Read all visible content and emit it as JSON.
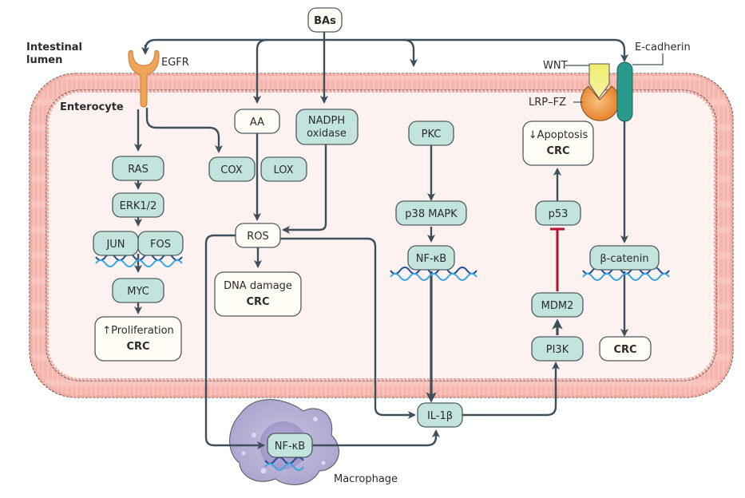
{
  "figure": {
    "labels": {
      "intestinal_lumen_line1": "Intestinal",
      "intestinal_lumen_line2": "lumen",
      "enterocyte": "Enterocyte",
      "macrophage": "Macrophage"
    },
    "receptors": {
      "egfr": "EGFR",
      "wnt": "WNT",
      "lrp_fz": "LRP–FZ",
      "e_cadherin": "E-cadherin"
    },
    "nodes": {
      "bas": "BAs",
      "aa": "AA",
      "nadph_line1": "NADPH",
      "nadph_line2": "oxidase",
      "pkc": "PKC",
      "ras": "RAS",
      "erk": "ERK1/2",
      "jun": "JUN",
      "fos": "FOS",
      "myc": "MYC",
      "proliferation_line1": "↑Proliferation",
      "proliferation_line2": "CRC",
      "cox": "COX",
      "lox": "LOX",
      "ros": "ROS",
      "dna_damage_line1": "DNA damage",
      "dna_damage_line2": "CRC",
      "p38": "p38 MAPK",
      "nfkb_cell": "NF-κB",
      "apoptosis_line1": "↓Apoptosis",
      "apoptosis_line2": "CRC",
      "p53": "p53",
      "mdm2": "MDM2",
      "pi3k": "PI3K",
      "bcatenin": "β-catenin",
      "crc_right": "CRC",
      "il1b": "IL-1β",
      "nfkb_macrophage": "NF-κB"
    },
    "colors": {
      "arrow": "#3d4f5a",
      "inhibition": "#b5122f",
      "teal_node": "#c2e4dd",
      "white_node": "#fffdf6",
      "membrane": "#f2a9a0",
      "cell_fill": "#fdf1ef",
      "egfr": "#f0a458",
      "wnt": "#f2ee70",
      "lrp_fz": "#ee8a33",
      "e_cadherin": "#2a9a8c",
      "macrophage": "#b9b3d6"
    }
  }
}
